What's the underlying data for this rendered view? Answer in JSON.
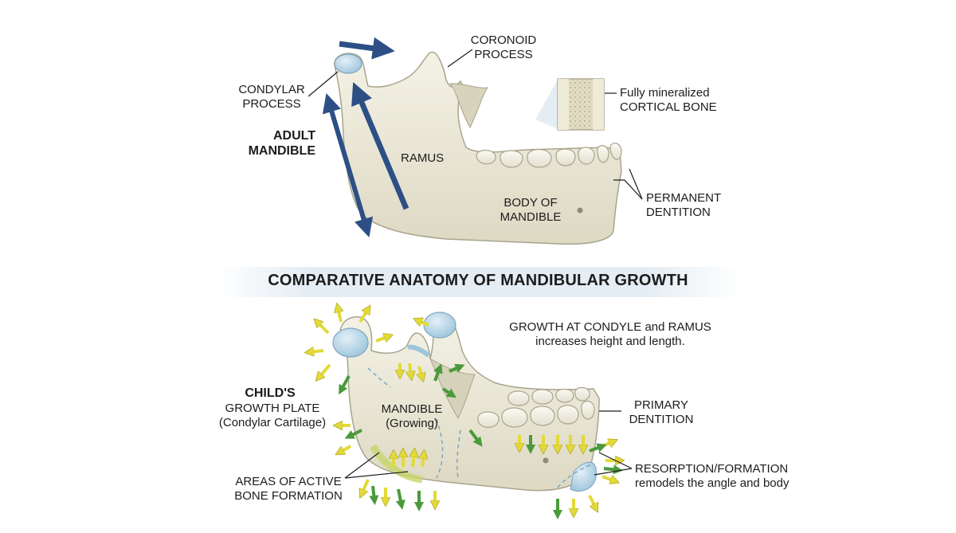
{
  "title": "COMPARATIVE ANATOMY OF MANDIBULAR GROWTH",
  "adult": {
    "heading": [
      "ADULT",
      "MANDIBLE"
    ],
    "condylar_process": [
      "CONDYLAR",
      "PROCESS"
    ],
    "coronoid_process": [
      "CORONOID",
      "PROCESS"
    ],
    "cortical_bone": [
      "Fully mineralized",
      "CORTICAL BONE"
    ],
    "ramus": "RAMUS",
    "body": [
      "BODY OF",
      "MANDIBLE"
    ],
    "dentition": [
      "PERMANENT",
      "DENTITION"
    ]
  },
  "child": {
    "heading": "CHILD'S",
    "growth_plate": [
      "GROWTH PLATE",
      "(Condylar Cartilage)"
    ],
    "growth_note": [
      "GROWTH AT CONDYLE and RAMUS",
      "increases height and length."
    ],
    "mandible": [
      "MANDIBLE",
      "(Growing)"
    ],
    "dentition": [
      "PRIMARY",
      "DENTITION"
    ],
    "bone_formation": [
      "AREAS OF ACTIVE",
      "BONE FORMATION"
    ],
    "remodel": [
      "RESORPTION/FORMATION",
      "remodels the angle and body"
    ]
  },
  "colors": {
    "bone": "#ebe8d8",
    "bone_outline": "#a8a48e",
    "cartilage": "#b9d6e8",
    "growth_arrow_yellow": "#e7df3e",
    "growth_arrow_green": "#4a9a3a",
    "vector_arrow": "#2d4f86"
  }
}
